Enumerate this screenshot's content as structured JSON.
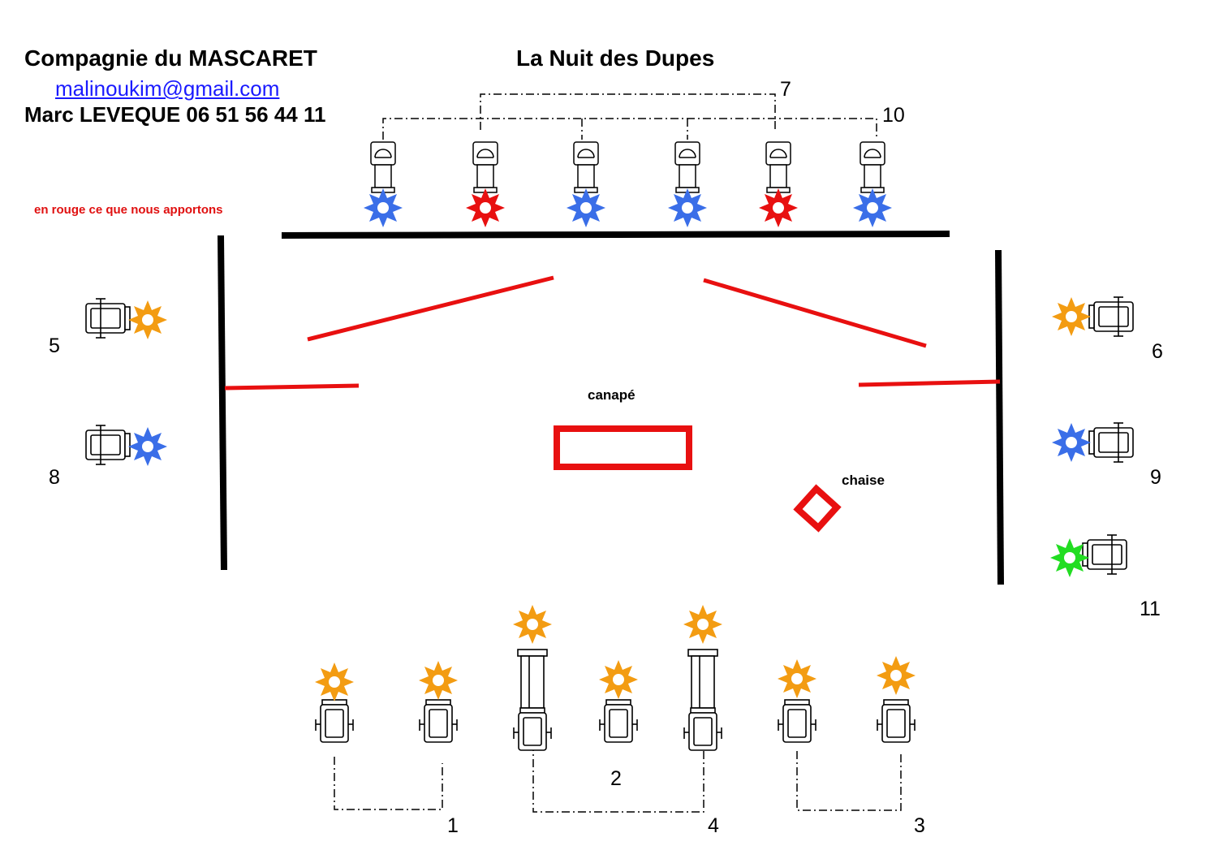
{
  "header": {
    "company": "Compagnie du MASCARET",
    "email": "malinoukim@gmail.com",
    "contact": "Marc LEVEQUE 06 51 56 44 11",
    "title": "La Nuit des Dupes"
  },
  "legend_note": "en rouge ce que nous apportons",
  "labels": {
    "sofa": "canapé",
    "chair": "chaise"
  },
  "circuits": [
    "1",
    "2",
    "3",
    "4",
    "5",
    "6",
    "7",
    "8",
    "9",
    "10",
    "11"
  ],
  "colors": {
    "blue": "#3a6ee8",
    "red": "#e81010",
    "orange": "#f39c12",
    "green": "#22dd22",
    "wall": "#000000",
    "brought_items": "#e81010"
  },
  "icons": {
    "spotlight": "spotlight-icon",
    "gel_star": "color-gel-star-icon"
  }
}
